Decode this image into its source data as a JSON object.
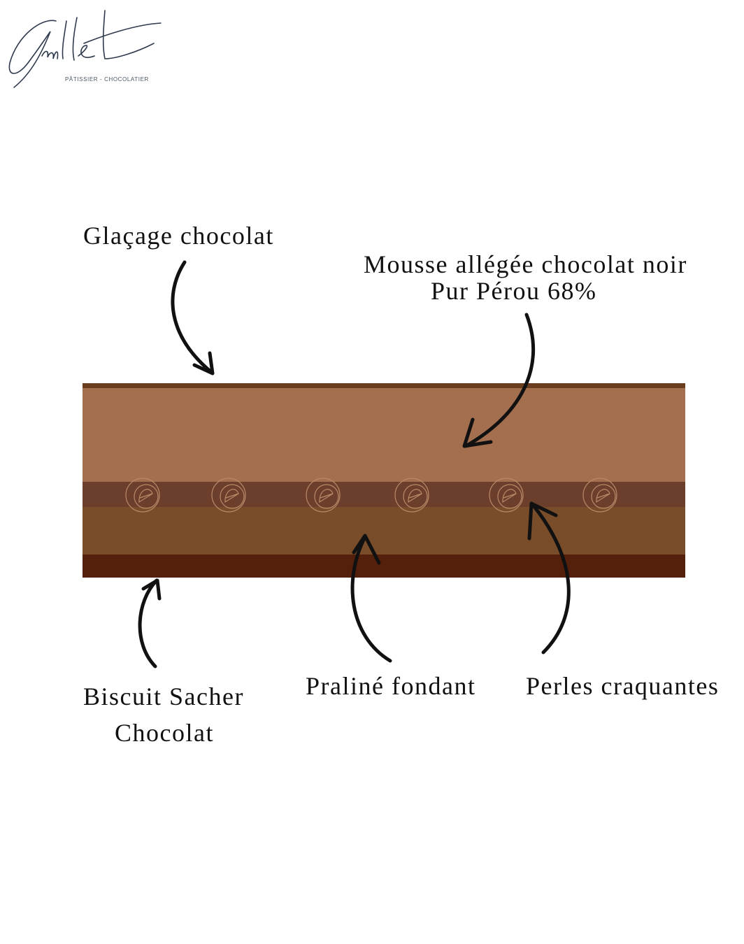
{
  "logo": {
    "signature": "Guillet",
    "tagline": "PÂTISSIER - CHOCOLATIER"
  },
  "labels": {
    "glaze": "Glaçage chocolat",
    "mousse_line1": "Mousse allégée chocolat noir",
    "mousse_line2": "Pur Pérou 68%",
    "biscuit_line1": "Biscuit Sacher",
    "biscuit_line2": "Chocolat",
    "praline": "Praliné fondant",
    "pearls": "Perles craquantes"
  },
  "colors": {
    "glaze": "#6b3d1f",
    "mousse": "#a36f4f",
    "pearl_band": "#6b3f2c",
    "praline": "#794d2a",
    "biscuit": "#54200b",
    "pearl_outline": "#b88a68",
    "ink": "#111111"
  }
}
